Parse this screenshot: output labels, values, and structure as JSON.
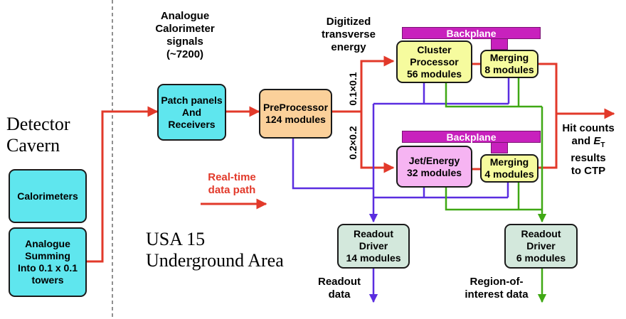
{
  "colors": {
    "red_path": "#e2392a",
    "blue_path": "#5a2de0",
    "green_path": "#3fa814",
    "backplane": "#c821bd",
    "module_cyan": "#5fe6ee",
    "module_peach": "#fbd09a",
    "module_yellow": "#f6fb9e",
    "module_pink": "#f6b4f2",
    "module_grey": "#d3e8dc"
  },
  "areas": {
    "detector_cavern": [
      "Detector",
      "Cavern"
    ],
    "usa15": [
      "USA 15",
      "Underground Area"
    ]
  },
  "labels": {
    "analogue_signals": [
      "Analogue",
      "Calorimeter",
      "signals",
      "(~7200)"
    ],
    "digitized_energy": [
      "Digitized",
      "transverse",
      "energy"
    ],
    "granularity_top": "0.1×0.1",
    "granularity_bottom": "0.2×0.2",
    "realtime_path": [
      "Real-time",
      "data path"
    ],
    "hit_counts": [
      "Hit counts",
      "and",
      "results",
      "to CTP"
    ],
    "et_symbol": "E",
    "et_subscript": "T",
    "readout_data": [
      "Readout",
      "data"
    ],
    "roi_data": [
      "Region-of-",
      "interest data"
    ]
  },
  "modules": {
    "calorimeters": [
      "Calorimeters"
    ],
    "analogue_summing": [
      "Analogue",
      "Summing",
      "Into 0.1 x 0.1",
      "towers"
    ],
    "patch_panels": [
      "Patch panels",
      "And",
      "Receivers"
    ],
    "preprocessor": [
      "PreProcessor",
      "124 modules"
    ],
    "cluster_processor": [
      "Cluster",
      "Processor",
      "56 modules"
    ],
    "merging_top": [
      "Merging",
      "8 modules"
    ],
    "jet_energy": [
      "Jet/Energy",
      "32 modules"
    ],
    "merging_bottom": [
      "Merging",
      "4 modules"
    ],
    "readout_driver_left": [
      "Readout",
      "Driver",
      "14 modules"
    ],
    "readout_driver_right": [
      "Readout",
      "Driver",
      "6 modules"
    ]
  },
  "backplanes": {
    "top": "Backplane",
    "bottom": "Backplane"
  }
}
